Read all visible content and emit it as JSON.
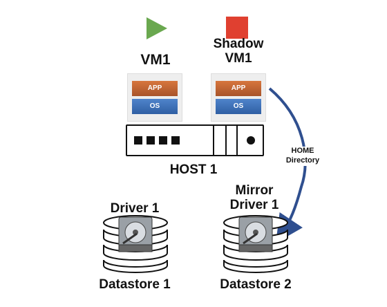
{
  "vm1": {
    "label": "VM1",
    "app": "APP",
    "os": "OS",
    "status_icon": "play-icon"
  },
  "shadow_vm1": {
    "label_line1": "Shadow",
    "label_line2": "VM1",
    "app": "APP",
    "os": "OS",
    "status_icon": "stop-icon"
  },
  "host": {
    "label": "HOST 1"
  },
  "arrow": {
    "label_line1": "HOME",
    "label_line2": "Directory"
  },
  "datastore1": {
    "driver_label": "Driver 1",
    "label": "Datastore 1"
  },
  "datastore2": {
    "driver_line1": "Mirror",
    "driver_line2": "Driver 1",
    "label": "Datastore 2"
  },
  "colors": {
    "play": "#6aa84f",
    "stop": "#e04030",
    "arrow": "#2f4f8f",
    "app": "#c0642f",
    "os": "#3a6fb8"
  }
}
